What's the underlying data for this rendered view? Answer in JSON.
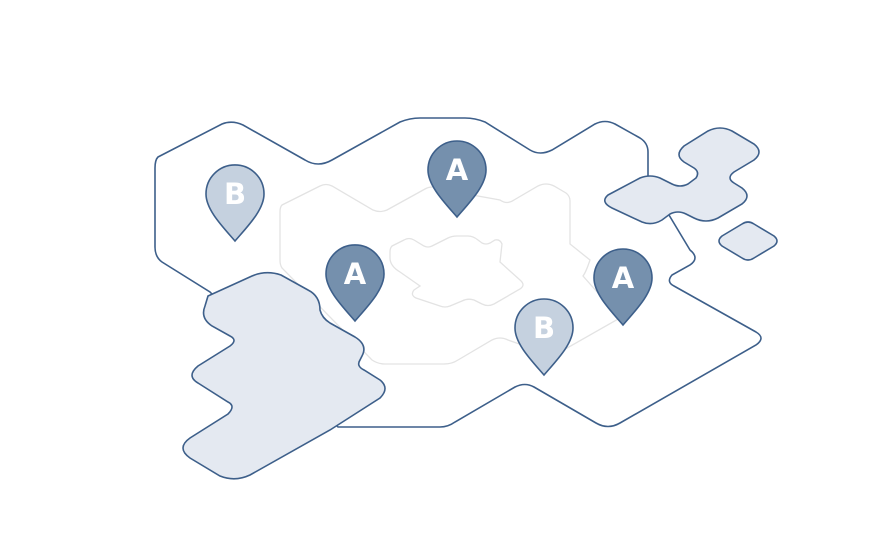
{
  "colors": {
    "background": "#ffffff",
    "outline": "#3d5f8a",
    "water_fill": "#e4e9f1",
    "inner_contour": "#e3e3e3",
    "pin_a": "#7590ad",
    "pin_b": "#c5d1df",
    "pin_label": "#ffffff"
  },
  "markers": [
    {
      "type": "A",
      "label": "A",
      "color_key": "pin_a"
    },
    {
      "type": "A",
      "label": "A",
      "color_key": "pin_a"
    },
    {
      "type": "A",
      "label": "A",
      "color_key": "pin_a"
    },
    {
      "type": "B",
      "label": "B",
      "color_key": "pin_b"
    },
    {
      "type": "B",
      "label": "B",
      "color_key": "pin_b"
    }
  ]
}
